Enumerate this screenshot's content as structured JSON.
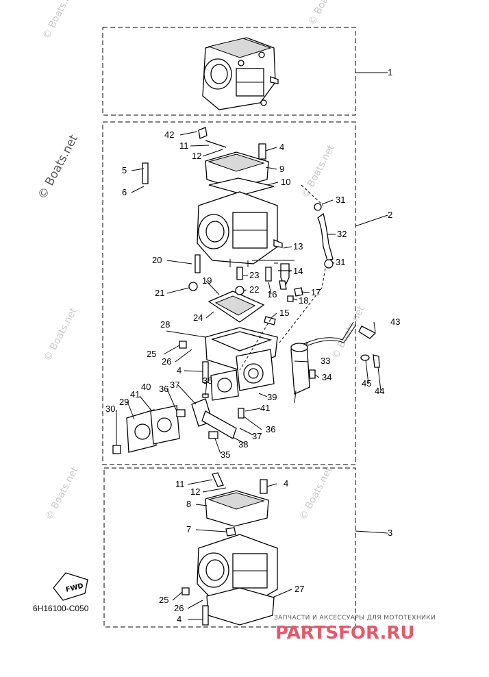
{
  "diagram": {
    "code": "6H16100-C050",
    "fwd_label": "FWD",
    "watermark": "© Boats.net",
    "store_tagline": "ЗАПЧАСТИ И АКСЕССУАРЫ ДЛЯ МОТОТЕХНИКИ",
    "store_logo": "PARTSFOR.RU",
    "callouts": [
      {
        "id": "c1",
        "text": "1"
      },
      {
        "id": "c2",
        "text": "2"
      },
      {
        "id": "c3",
        "text": "3"
      },
      {
        "id": "c4a",
        "text": "4"
      },
      {
        "id": "c4b",
        "text": "4"
      },
      {
        "id": "c4c",
        "text": "4"
      },
      {
        "id": "c4d",
        "text": "4"
      },
      {
        "id": "c5",
        "text": "5"
      },
      {
        "id": "c6",
        "text": "6"
      },
      {
        "id": "c7",
        "text": "7"
      },
      {
        "id": "c8",
        "text": "8"
      },
      {
        "id": "c9",
        "text": "9"
      },
      {
        "id": "c10",
        "text": "10"
      },
      {
        "id": "c11a",
        "text": "11"
      },
      {
        "id": "c11b",
        "text": "11"
      },
      {
        "id": "c12a",
        "text": "12"
      },
      {
        "id": "c12b",
        "text": "12"
      },
      {
        "id": "c13",
        "text": "13"
      },
      {
        "id": "c14",
        "text": "14"
      },
      {
        "id": "c15",
        "text": "15"
      },
      {
        "id": "c16",
        "text": "16"
      },
      {
        "id": "c17",
        "text": "17"
      },
      {
        "id": "c18",
        "text": "18"
      },
      {
        "id": "c19",
        "text": "19"
      },
      {
        "id": "c20",
        "text": "20"
      },
      {
        "id": "c21",
        "text": "21"
      },
      {
        "id": "c22",
        "text": "22"
      },
      {
        "id": "c23",
        "text": "23"
      },
      {
        "id": "c24",
        "text": "24"
      },
      {
        "id": "c25a",
        "text": "25"
      },
      {
        "id": "c25b",
        "text": "25"
      },
      {
        "id": "c26a",
        "text": "26"
      },
      {
        "id": "c26b",
        "text": "26"
      },
      {
        "id": "c27",
        "text": "27"
      },
      {
        "id": "c28",
        "text": "28"
      },
      {
        "id": "c29",
        "text": "29"
      },
      {
        "id": "c30",
        "text": "30"
      },
      {
        "id": "c31a",
        "text": "31"
      },
      {
        "id": "c31b",
        "text": "31"
      },
      {
        "id": "c32",
        "text": "32"
      },
      {
        "id": "c33",
        "text": "33"
      },
      {
        "id": "c34",
        "text": "34"
      },
      {
        "id": "c35a",
        "text": "35"
      },
      {
        "id": "c35b",
        "text": "35"
      },
      {
        "id": "c36a",
        "text": "36"
      },
      {
        "id": "c36b",
        "text": "36"
      },
      {
        "id": "c37a",
        "text": "37"
      },
      {
        "id": "c37b",
        "text": "37"
      },
      {
        "id": "c38",
        "text": "38"
      },
      {
        "id": "c39",
        "text": "39"
      },
      {
        "id": "c40",
        "text": "40"
      },
      {
        "id": "c41a",
        "text": "41"
      },
      {
        "id": "c41b",
        "text": "41"
      },
      {
        "id": "c42",
        "text": "42"
      },
      {
        "id": "c43",
        "text": "43"
      },
      {
        "id": "c44",
        "text": "44"
      },
      {
        "id": "c45",
        "text": "45"
      }
    ]
  }
}
